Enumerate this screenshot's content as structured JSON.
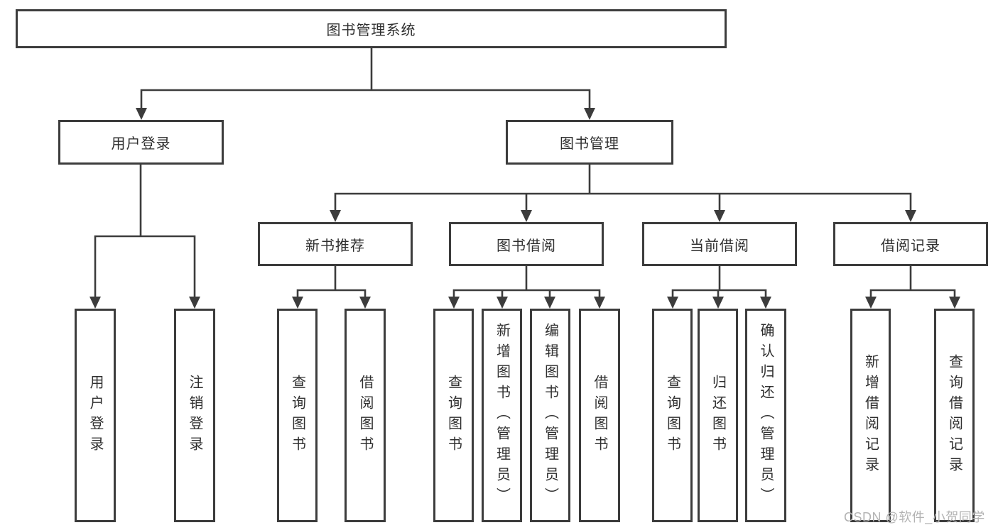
{
  "title": "图书管理系统",
  "level2": [
    {
      "label": "用户登录"
    },
    {
      "label": "图书管理"
    }
  ],
  "level3": [
    {
      "label": "新书推荐"
    },
    {
      "label": "图书借阅"
    },
    {
      "label": "当前借阅"
    },
    {
      "label": "借阅记录"
    }
  ],
  "leaves": [
    {
      "label": "用户登录"
    },
    {
      "label": "注销登录"
    },
    {
      "label": "查询图书"
    },
    {
      "label": "借阅图书"
    },
    {
      "label": "查询图书"
    },
    {
      "label": "新增图书（管理员）"
    },
    {
      "label": "编辑图书（管理员）"
    },
    {
      "label": "借阅图书"
    },
    {
      "label": "查询图书"
    },
    {
      "label": "归还图书"
    },
    {
      "label": "确认归还（管理员）"
    },
    {
      "label": "新增借阅记录"
    },
    {
      "label": "查询借阅记录"
    }
  ],
  "watermark": "CSDN @软件_小贺同学",
  "colors": {
    "line": "#3c3c3c",
    "text": "#2f2f2f",
    "watermark": "#b3b3b3",
    "background": "#ffffff"
  }
}
